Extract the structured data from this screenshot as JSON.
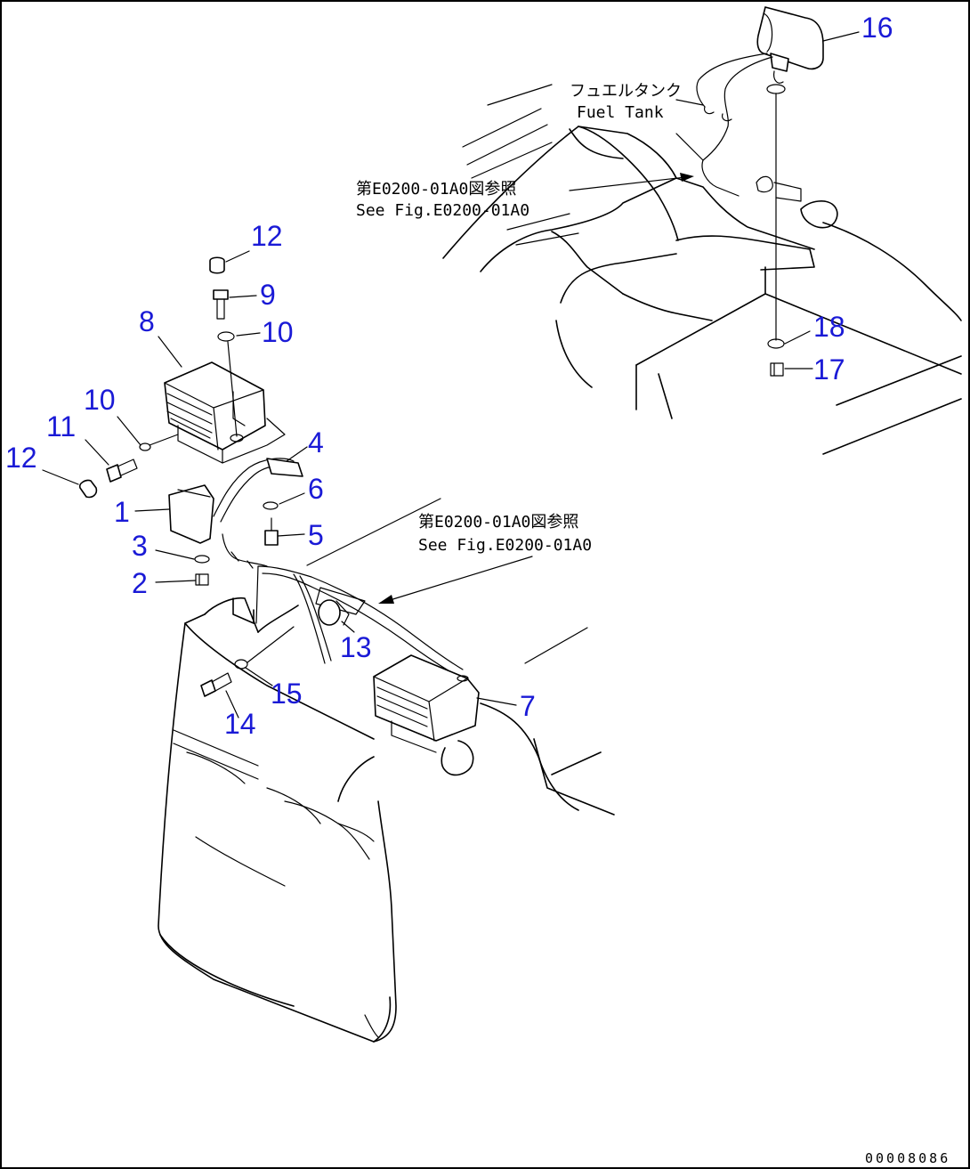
{
  "callouts": [
    {
      "id": "c16",
      "label": "16"
    },
    {
      "id": "c12a",
      "label": "12"
    },
    {
      "id": "c9",
      "label": "9"
    },
    {
      "id": "c10a",
      "label": "10"
    },
    {
      "id": "c8",
      "label": "8"
    },
    {
      "id": "c18",
      "label": "18"
    },
    {
      "id": "c17",
      "label": "17"
    },
    {
      "id": "c10b",
      "label": "10"
    },
    {
      "id": "c11",
      "label": "11"
    },
    {
      "id": "c12b",
      "label": "12"
    },
    {
      "id": "c4",
      "label": "4"
    },
    {
      "id": "c6",
      "label": "6"
    },
    {
      "id": "c1",
      "label": "1"
    },
    {
      "id": "c5",
      "label": "5"
    },
    {
      "id": "c3",
      "label": "3"
    },
    {
      "id": "c2",
      "label": "2"
    },
    {
      "id": "c13",
      "label": "13"
    },
    {
      "id": "c7",
      "label": "7"
    },
    {
      "id": "c15",
      "label": "15"
    },
    {
      "id": "c14",
      "label": "14"
    }
  ],
  "notes": {
    "fuel_tank_jp": "フュエルタンク",
    "fuel_tank_en": "Fuel Tank",
    "ref_top_jp": "第E0200-01A0図参照",
    "ref_top_en": "See Fig.E0200-01A0",
    "ref_mid_jp": "第E0200-01A0図参照",
    "ref_mid_en": "See Fig.E0200-01A0"
  },
  "drawing_code": "00008086",
  "colors": {
    "callout": "#1a1ad6",
    "line": "#000000",
    "background": "#ffffff"
  }
}
